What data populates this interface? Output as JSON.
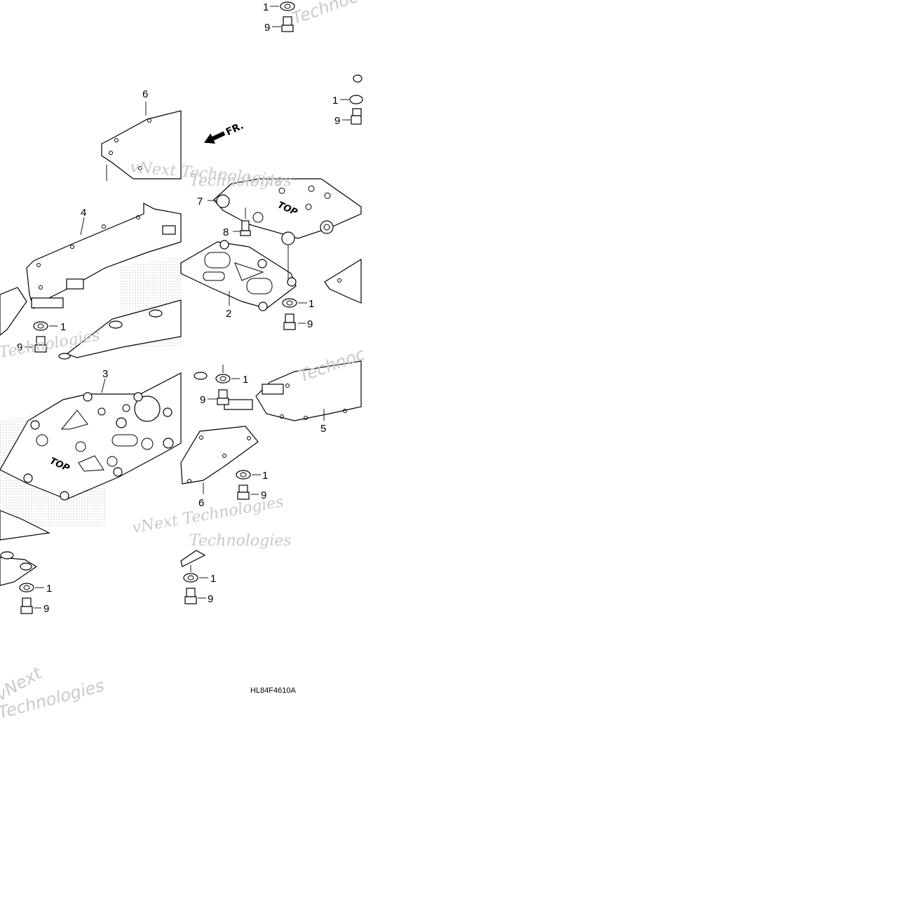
{
  "diagram": {
    "part_callouts": [
      "1",
      "2",
      "3",
      "4",
      "5",
      "6",
      "7",
      "8",
      "9"
    ],
    "direction_label": "FR.",
    "plate_marking": "TOP",
    "drawing_code": "HL84F4610A",
    "watermark_texts": [
      "vNext Technologies",
      "vNext",
      "Technologies",
      "Technoc"
    ]
  }
}
